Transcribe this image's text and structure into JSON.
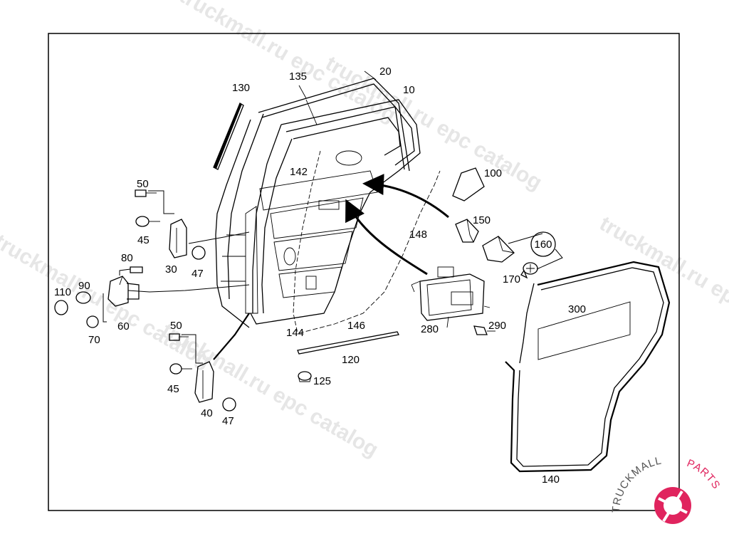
{
  "watermarks": [
    "truckmall.ru epc catalog",
    "truckmall.ru epc catalog",
    "truckmall.ru epc catalog",
    "truckmall.ru epc catalog",
    "truckmall.ru epc catalog"
  ],
  "callouts": {
    "c10": "10",
    "c20": "20",
    "c30": "30",
    "c40": "40",
    "c45a": "45",
    "c45b": "45",
    "c47a": "47",
    "c47b": "47",
    "c50a": "50",
    "c50b": "50",
    "c60": "60",
    "c70": "70",
    "c80": "80",
    "c90": "90",
    "c100": "100",
    "c110": "110",
    "c120": "120",
    "c125": "125",
    "c130": "130",
    "c135": "135",
    "c140": "140",
    "c142": "142",
    "c144": "144",
    "c146": "146",
    "c148": "148",
    "c150": "150",
    "c160": "160",
    "c170": "170",
    "c280": "280",
    "c290": "290",
    "c300": "300"
  },
  "logo": {
    "part1": "TRUCKMALL",
    "part2": "PARTS",
    "color_dark": "#555555",
    "color_accent": "#e0245e"
  }
}
